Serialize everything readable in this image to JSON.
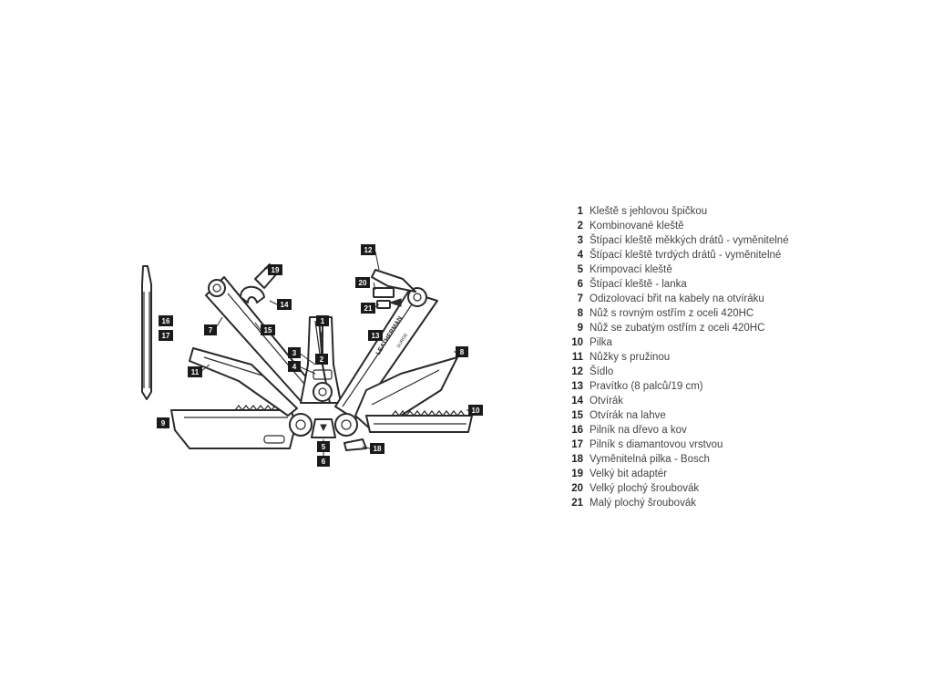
{
  "diagram": {
    "brand_text": "LEATHERMAN",
    "model_text": "SURGE",
    "callouts": [
      "1",
      "2",
      "3",
      "4",
      "5",
      "6",
      "7",
      "8",
      "9",
      "10",
      "11",
      "12",
      "13",
      "14",
      "15",
      "16",
      "17",
      "18",
      "19",
      "20",
      "21"
    ]
  },
  "legend": {
    "items": [
      {
        "num": "1",
        "label": "Kleště s jehlovou špičkou"
      },
      {
        "num": "2",
        "label": "Kombinované kleště"
      },
      {
        "num": "3",
        "label": "Štípací kleště měkkých drátů - vyměnitelné"
      },
      {
        "num": "4",
        "label": "Štípací kleště tvrdých drátů - vyměnitelné"
      },
      {
        "num": "5",
        "label": "Krimpovací kleště"
      },
      {
        "num": "6",
        "label": "Štípací kleště - lanka"
      },
      {
        "num": "7",
        "label": "Odizolovací břit na kabely na otvíráku"
      },
      {
        "num": "8",
        "label": "Nůž s rovným ostřím z oceli 420HC"
      },
      {
        "num": "9",
        "label": "Nůž se zubatým ostřím z oceli 420HC"
      },
      {
        "num": "10",
        "label": "Pilka"
      },
      {
        "num": "11",
        "label": "Nůžky s pružinou"
      },
      {
        "num": "12",
        "label": "Šídlo"
      },
      {
        "num": "13",
        "label": "Pravítko (8 palců/19 cm)"
      },
      {
        "num": "14",
        "label": "Otvírák"
      },
      {
        "num": "15",
        "label": "Otvírák na lahve"
      },
      {
        "num": "16",
        "label": "Pilník na dřevo a kov"
      },
      {
        "num": "17",
        "label": "Pilník s diamantovou vrstvou"
      },
      {
        "num": "18",
        "label": "Vyměnitelná pilka - Bosch"
      },
      {
        "num": "19",
        "label": "Velký bit adaptér"
      },
      {
        "num": "20",
        "label": "Velký plochý šroubovák"
      },
      {
        "num": "21",
        "label": "Malý plochý šroubovák"
      }
    ]
  }
}
